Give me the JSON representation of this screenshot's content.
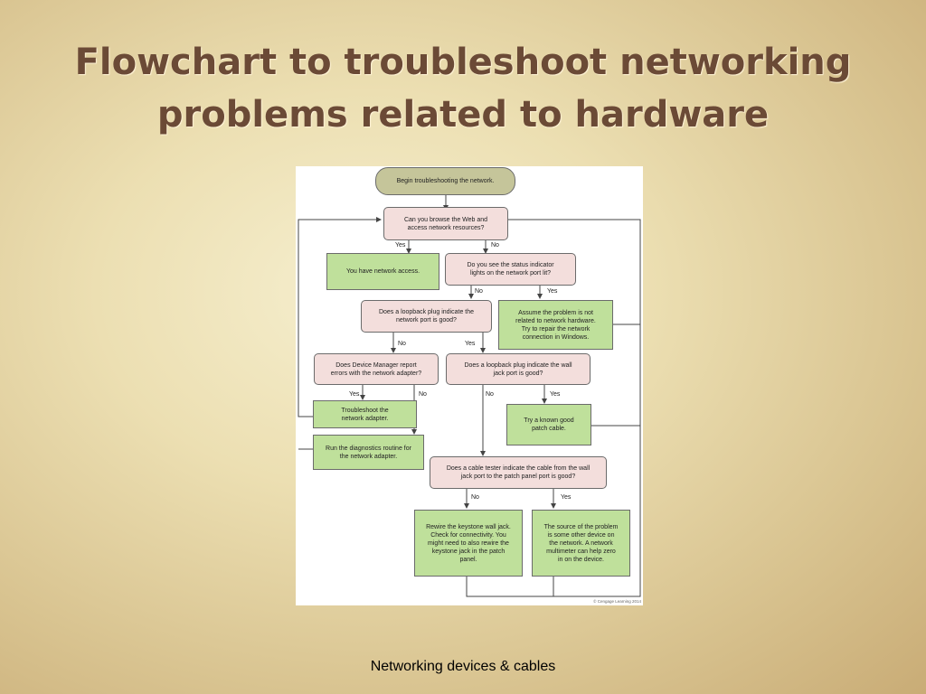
{
  "slide": {
    "title_line1": "Flowchart to troubleshoot networking",
    "title_line2": "problems related to hardware",
    "footer": "Networking devices & cables"
  },
  "flowchart": {
    "start": "Begin troubleshooting the network.",
    "q_browse": "Can you browse the Web and\naccess network resources?",
    "a_access": "You have network access.",
    "q_status": "Do you see the status indicator\nlights on the network port lit?",
    "q_loopback_port": "Does a loopback plug indicate the\nnetwork port is good?",
    "a_not_hardware": "Assume the problem is not\nrelated to network hardware.\nTry to repair the network\nconnection in Windows.",
    "q_device_manager": "Does Device Manager report\nerrors with the network adapter?",
    "q_loopback_wall": "Does a loopback plug indicate the wall\njack port is good?",
    "a_troubleshoot": "Troubleshoot the\nnetwork adapter.",
    "a_patch": "Try a known good\npatch cable.",
    "a_diagnostics": "Run the diagnostics routine for\nthe network adapter.",
    "q_cable_tester": "Does a cable tester indicate the cable from the wall\njack port to the patch panel port is good?",
    "a_rewire": "Rewire the keystone wall jack.\nCheck for connectivity. You\nmight need to also rewire the\nkeystone jack in the patch\npanel.",
    "a_other_device": "The source of the problem\nis some other device on\nthe network. A network\nmultimeter can help zero\nin on the device.",
    "yes": "Yes",
    "no": "No",
    "credit": "© Cengage Learning 2014"
  }
}
